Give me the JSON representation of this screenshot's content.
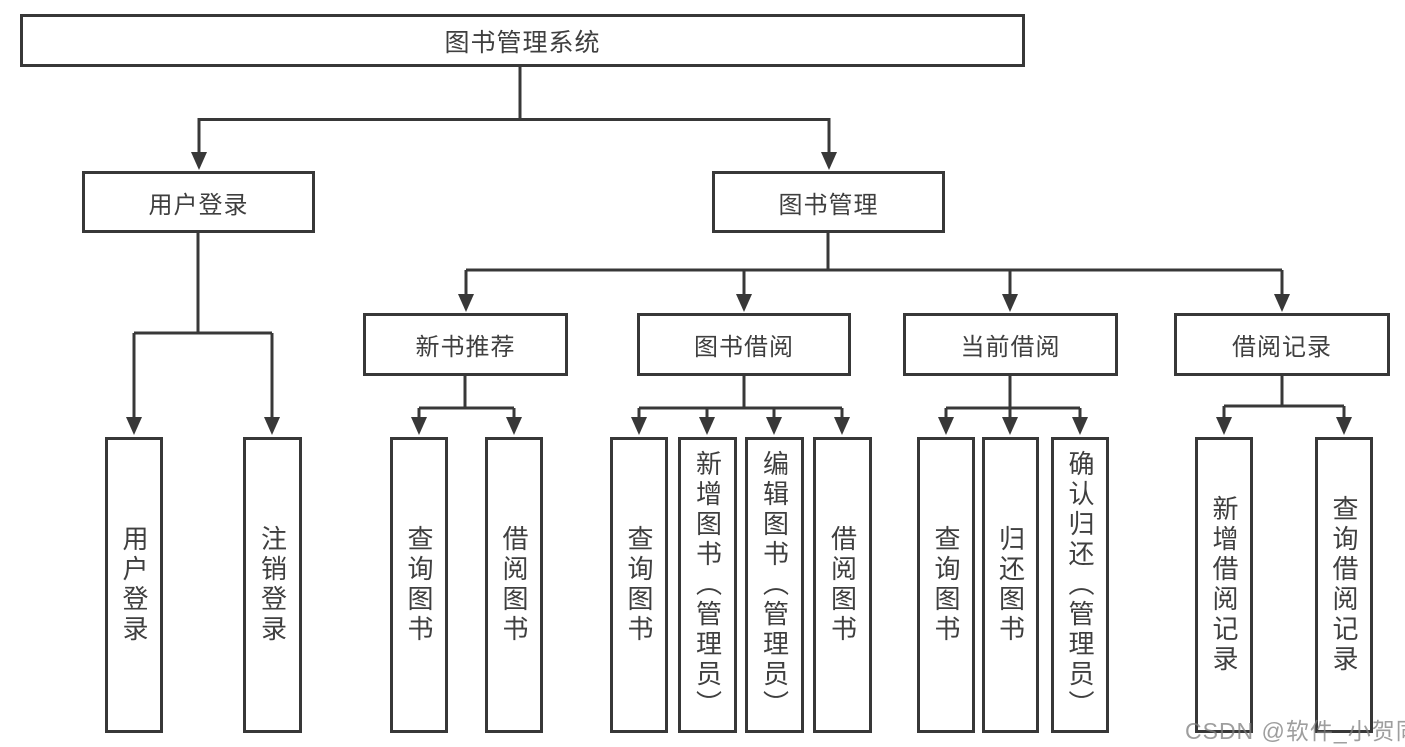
{
  "diagram": {
    "title": "图书管理系统",
    "type": "hierarchy-tree",
    "colors": {
      "stroke": "#383838",
      "text": "#3f3f3f",
      "background": "#ffffff",
      "watermark": "#7d7d7d"
    },
    "watermark": "CSDN @软件_小贺同学",
    "nodes": {
      "root": {
        "label": "图书管理系统"
      },
      "user_login": {
        "label": "用户登录"
      },
      "book_mgmt": {
        "label": "图书管理"
      },
      "login_act": {
        "label": "用户登录"
      },
      "logout_act": {
        "label": "注销登录"
      },
      "new_rec": {
        "label": "新书推荐"
      },
      "borrowing": {
        "label": "图书借阅"
      },
      "current": {
        "label": "当前借阅"
      },
      "records": {
        "label": "借阅记录"
      },
      "nb_query": {
        "label": "查询图书"
      },
      "nb_borrow": {
        "label": "借阅图书"
      },
      "bb_query": {
        "label": "查询图书"
      },
      "bb_add": {
        "label": "新增图书（管理员）"
      },
      "bb_edit": {
        "label": "编辑图书（管理员）"
      },
      "bb_borrow": {
        "label": "借阅图书"
      },
      "cb_query": {
        "label": "查询图书"
      },
      "cb_return": {
        "label": "归还图书"
      },
      "cb_confirm": {
        "label": "确认归还（管理员）"
      },
      "br_add": {
        "label": "新增借阅记录"
      },
      "br_query": {
        "label": "查询借阅记录"
      }
    },
    "edges": [
      {
        "from": "root",
        "to": "user_login"
      },
      {
        "from": "root",
        "to": "book_mgmt"
      },
      {
        "from": "user_login",
        "to": "login_act"
      },
      {
        "from": "user_login",
        "to": "logout_act"
      },
      {
        "from": "book_mgmt",
        "to": "new_rec"
      },
      {
        "from": "book_mgmt",
        "to": "borrowing"
      },
      {
        "from": "book_mgmt",
        "to": "current"
      },
      {
        "from": "book_mgmt",
        "to": "records"
      },
      {
        "from": "new_rec",
        "to": "nb_query"
      },
      {
        "from": "new_rec",
        "to": "nb_borrow"
      },
      {
        "from": "borrowing",
        "to": "bb_query"
      },
      {
        "from": "borrowing",
        "to": "bb_add"
      },
      {
        "from": "borrowing",
        "to": "bb_edit"
      },
      {
        "from": "borrowing",
        "to": "bb_borrow"
      },
      {
        "from": "current",
        "to": "cb_query"
      },
      {
        "from": "current",
        "to": "cb_return"
      },
      {
        "from": "current",
        "to": "cb_confirm"
      },
      {
        "from": "records",
        "to": "br_add"
      },
      {
        "from": "records",
        "to": "br_query"
      }
    ]
  }
}
